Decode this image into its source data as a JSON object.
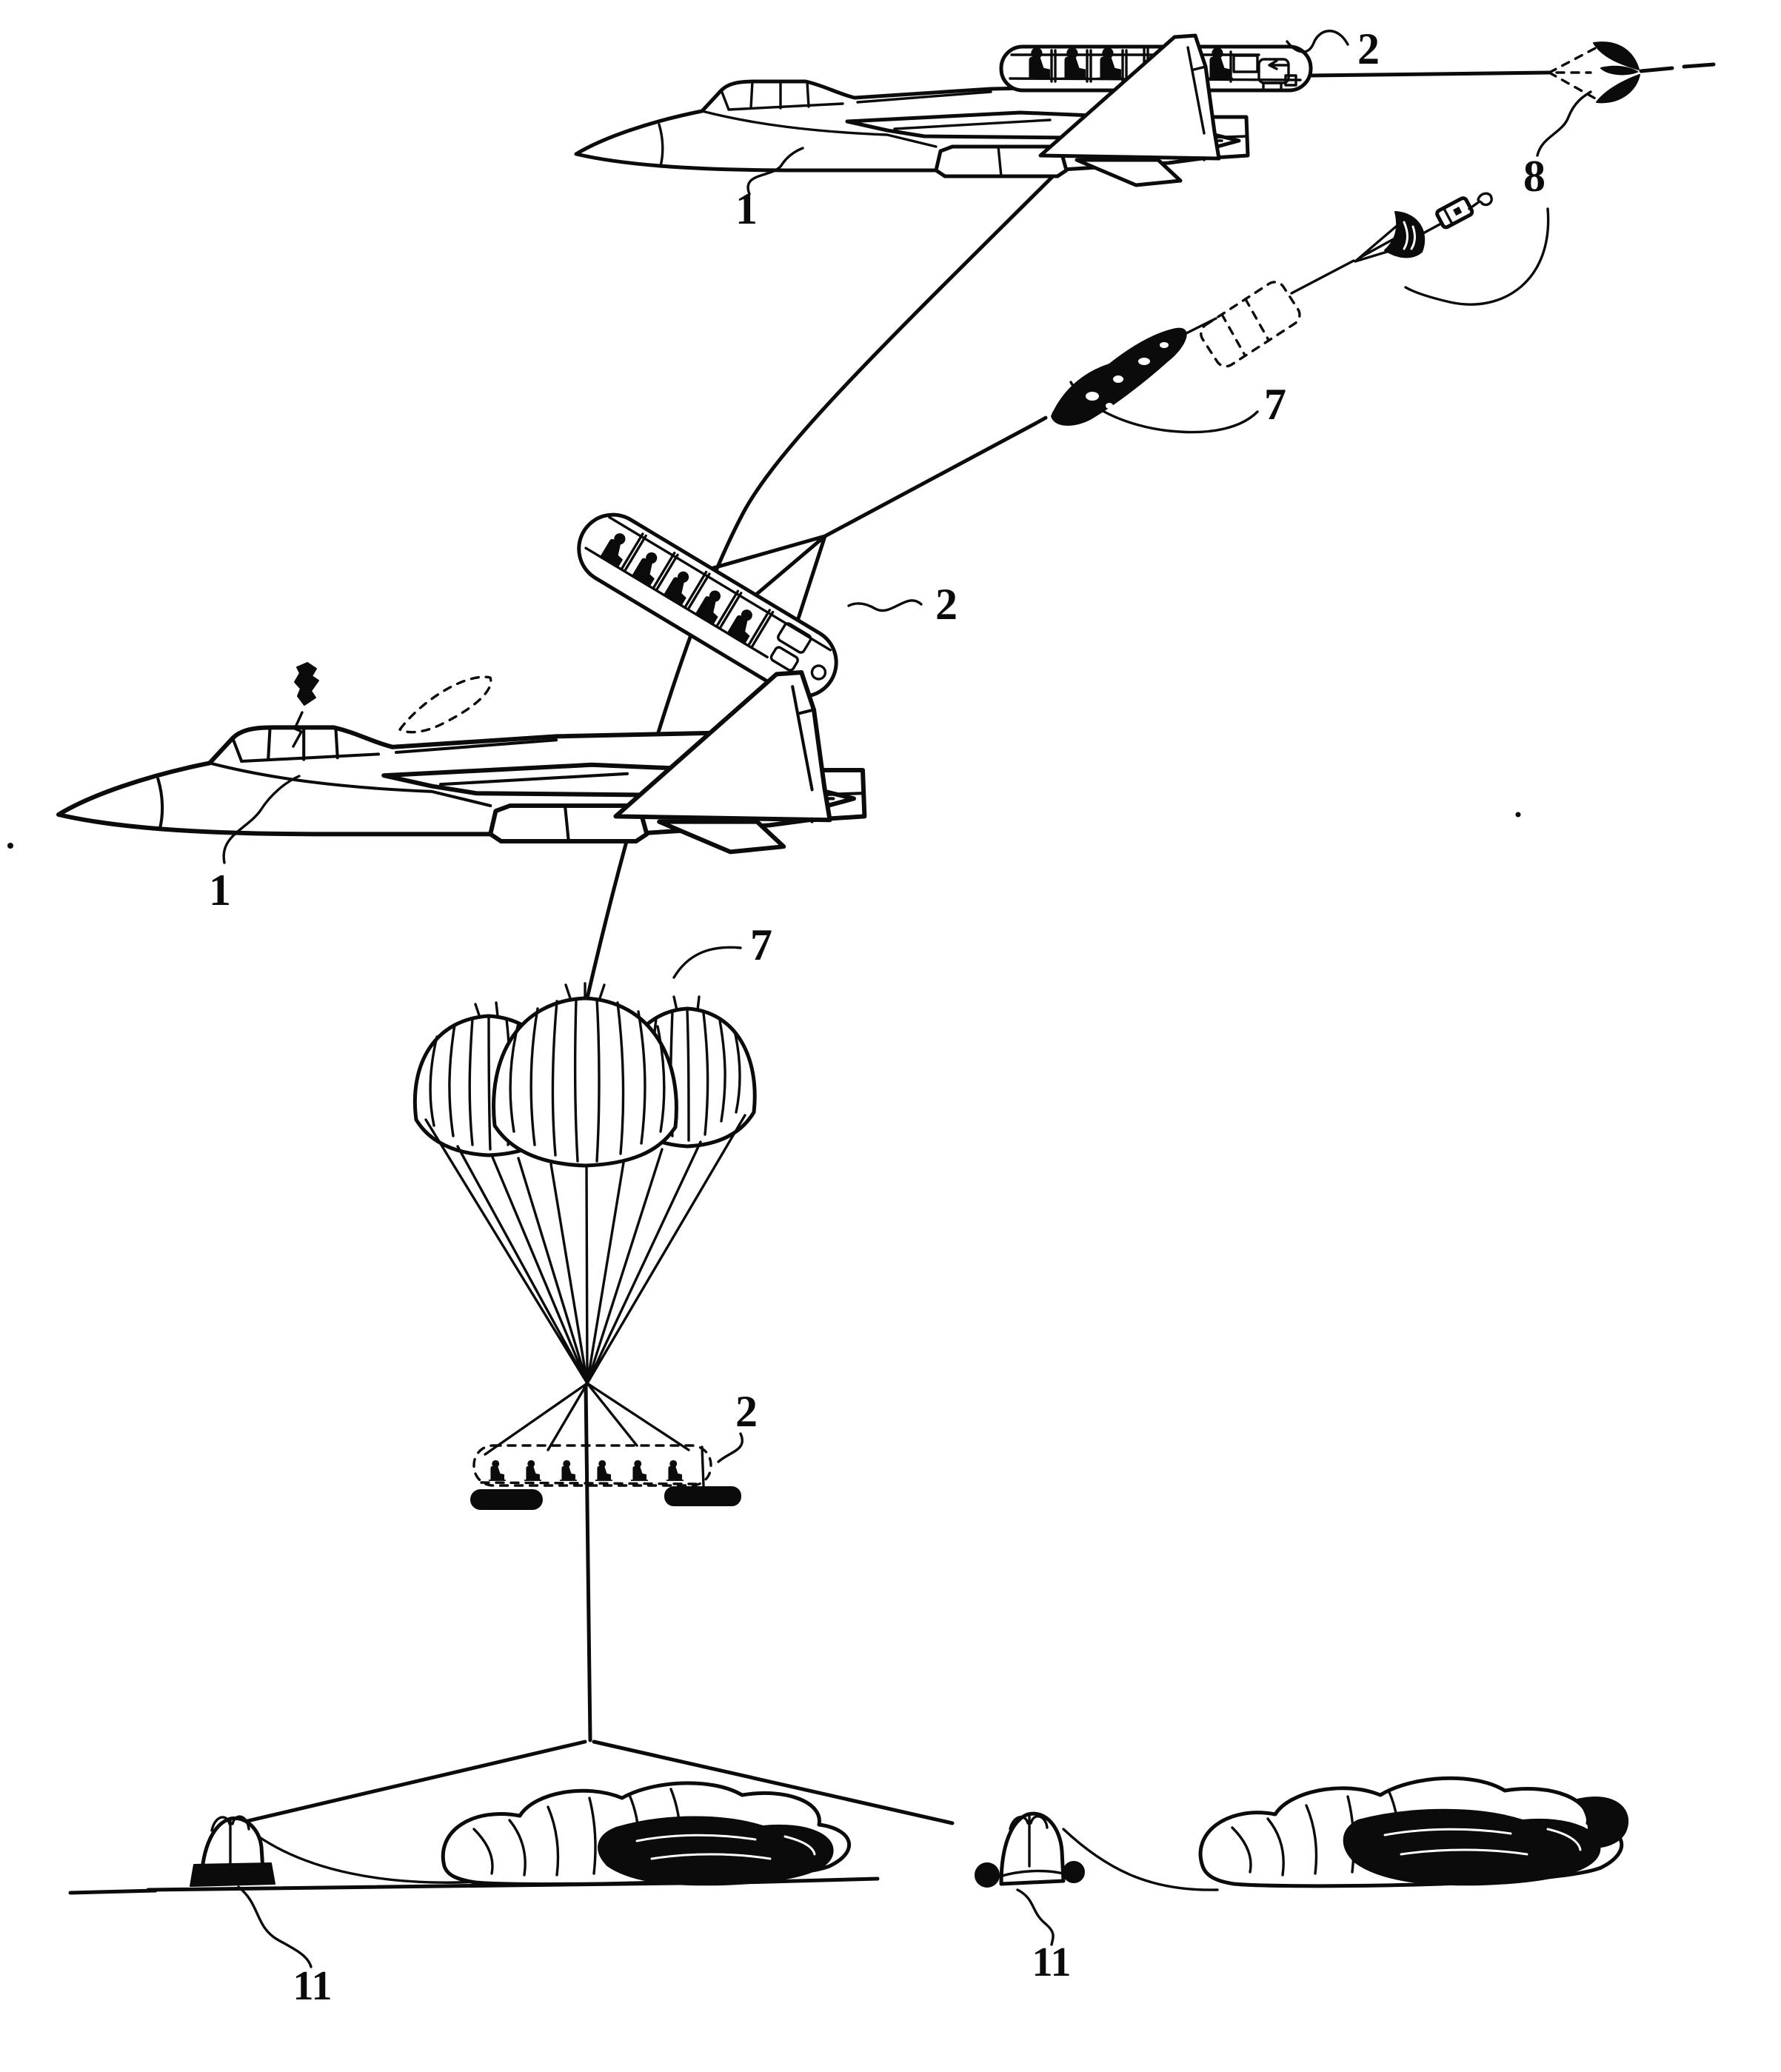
{
  "figure": {
    "type": "patent-ejection-and-recovery-sequence-diagram",
    "background_color": "#ffffff",
    "ink_color": "#0b0b0b",
    "reference_labels": {
      "aircraft_top": "1",
      "capsule_on_aircraft": "2",
      "drogue_chute": "8",
      "packed_parachute": "7",
      "separated_capsule": "2",
      "aircraft_after_separation": "1",
      "parachute_cluster": "7",
      "descending_capsule": "2",
      "landed_capsule_ground": "11",
      "landed_capsule_water": "11"
    }
  }
}
